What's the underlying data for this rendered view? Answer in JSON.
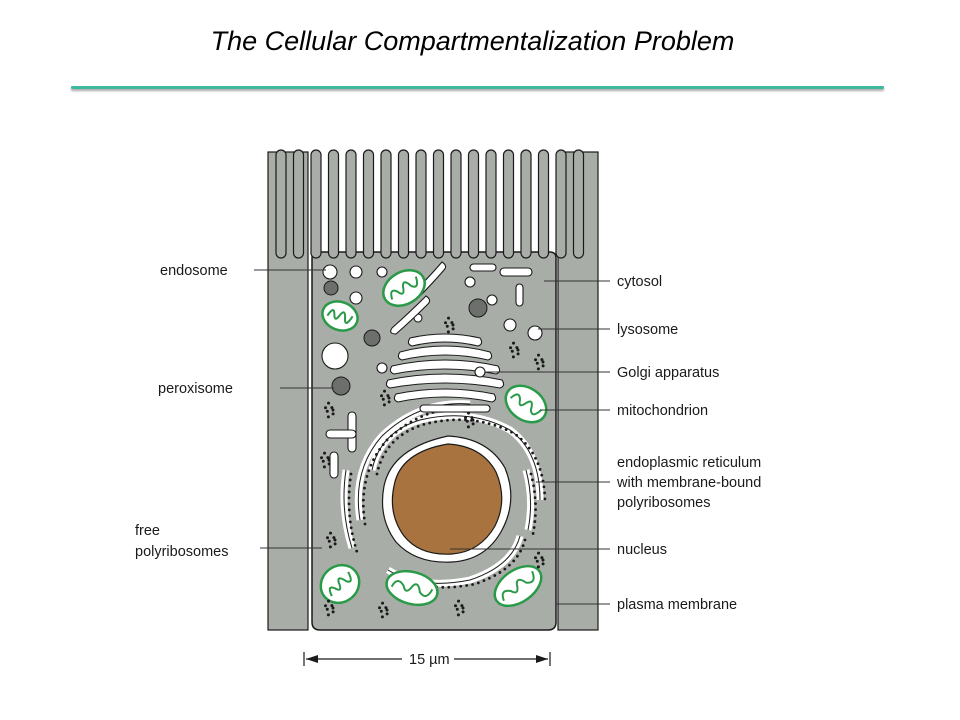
{
  "slide": {
    "title": "The Cellular Compartmentalization Problem",
    "accent_color": "#3fb8a0"
  },
  "diagram": {
    "labels_left": {
      "endosome": "endosome",
      "peroxisome": "peroxisome",
      "free_line1": "free",
      "free_line2": "polyribosomes"
    },
    "labels_right": {
      "cytosol": "cytosol",
      "lysosome": "lysosome",
      "golgi": "Golgi apparatus",
      "mitochondrion": "mitochondrion",
      "er_line1": "endoplasmic reticulum",
      "er_line2": "with membrane-bound",
      "er_line3": "polyribosomes",
      "nucleus": "nucleus",
      "plasma_membrane": "plasma membrane"
    },
    "scale_label": "15 µm",
    "colors": {
      "cytoplasm": "#a9ada8",
      "nucleus": "#a8733e",
      "mitochondria": "#2a9a48",
      "membrane": "#ffffff",
      "ink": "#1a1a1a"
    }
  }
}
